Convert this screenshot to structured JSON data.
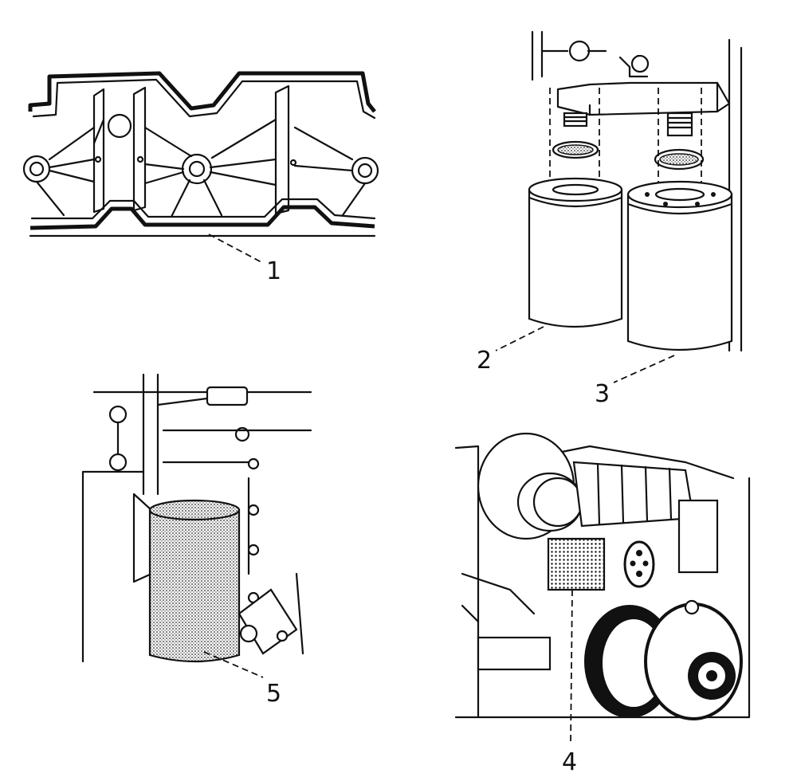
{
  "callouts": {
    "c1": "1",
    "c2": "2",
    "c3": "3",
    "c4": "4",
    "c5": "5"
  },
  "colors": {
    "ink": "#111111",
    "paper": "#ffffff",
    "stipple": "#3a3a3a"
  }
}
